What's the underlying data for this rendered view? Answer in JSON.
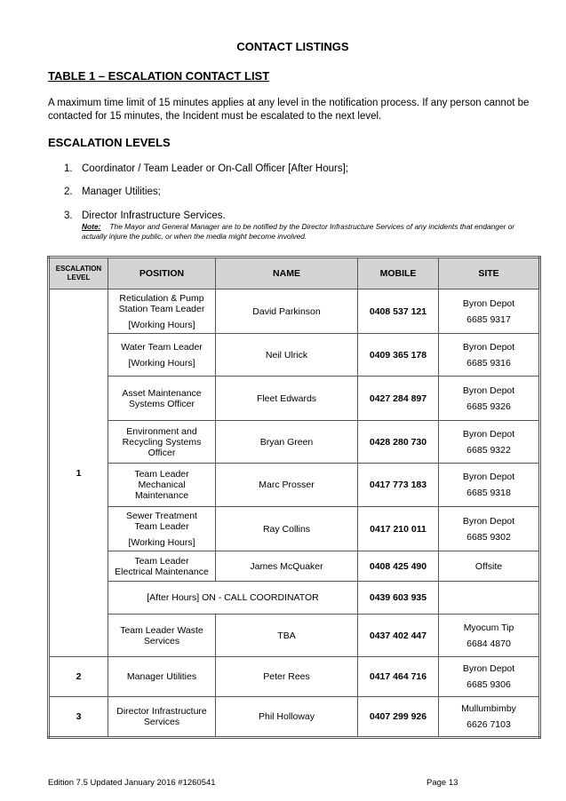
{
  "document": {
    "title": "CONTACT LISTINGS",
    "table_heading": "TABLE 1 – ESCALATION CONTACT LIST",
    "intro": "A maximum time limit of 15 minutes applies at any level in the notification process.  If any person cannot be contacted for 15 minutes, the Incident must be escalated to the next level.",
    "levels_heading": "ESCALATION LEVELS",
    "levels": [
      {
        "num": "1.",
        "text": "Coordinator / Team Leader or On-Call Officer [After Hours];"
      },
      {
        "num": "2.",
        "text": "Manager Utilities;"
      },
      {
        "num": "3.",
        "text": "Director Infrastructure Services."
      }
    ],
    "note_label": "Note",
    "note_colon": ":",
    "note_text": "The Mayor and General Manager are to be notified by the Director Infrastructure Services of any incidents that endanger or actually injure the public, or when the media might become involved."
  },
  "table": {
    "headers": {
      "level_line1": "ESCALATION",
      "level_line2": "LEVEL",
      "position": "POSITION",
      "name": "NAME",
      "mobile": "MOBILE",
      "site": "SITE"
    },
    "level1": "1",
    "rows": [
      {
        "pos1": "Reticulation & Pump",
        "pos2": "Station Team Leader",
        "pos3": "[Working Hours]",
        "name": "David Parkinson",
        "mobile": "0408 537 121",
        "site1": "Byron Depot",
        "site2": "6685 9317"
      },
      {
        "pos1": "Water Team Leader",
        "pos2": "",
        "pos3": "[Working Hours]",
        "name": "Neil Ulrick",
        "mobile": "0409 365 178",
        "site1": "Byron Depot",
        "site2": "6685 9316"
      },
      {
        "pos1": "Asset Maintenance",
        "pos2": "Systems Officer",
        "pos3": "",
        "name": "Fleet Edwards",
        "mobile": "0427 284 897",
        "site1": "Byron Depot",
        "site2": "6685 9326"
      },
      {
        "pos1": "Environment and",
        "pos2": "Recycling Systems",
        "pos3": "Officer",
        "name": "Bryan Green",
        "mobile": "0428 280 730",
        "site1": "Byron Depot",
        "site2": "6685 9322"
      },
      {
        "pos1": "Team Leader",
        "pos2": "Mechanical",
        "pos3": "Maintenance",
        "name": "Marc Prosser",
        "mobile": "0417 773 183",
        "site1": "Byron Depot",
        "site2": "6685 9318"
      },
      {
        "pos1": "Sewer Treatment",
        "pos2": "Team Leader",
        "pos3": "[Working Hours]",
        "name": "Ray Collins",
        "mobile": "0417 210 011",
        "site1": "Byron Depot",
        "site2": "6685 9302"
      },
      {
        "pos1": "Team Leader",
        "pos2": "Electrical Maintenance",
        "pos3": "",
        "name": "James McQuaker",
        "mobile": "0408 425 490",
        "site1": "Offsite",
        "site2": ""
      }
    ],
    "after_hours": {
      "label": "[After Hours] ON - CALL COORDINATOR",
      "mobile": "0439 603 935",
      "site": ""
    },
    "waste_row": {
      "pos1": "Team Leader Waste",
      "pos2": "Services",
      "name": "TBA",
      "mobile": "0437 402 447",
      "site1": "Myocum Tip",
      "site2": "6684 4870"
    },
    "level2": {
      "level": "2",
      "pos1": "Manager Utilities",
      "name": "Peter Rees",
      "mobile": "0417 464 716",
      "site1": "Byron Depot",
      "site2": "6685 9306"
    },
    "level3": {
      "level": "3",
      "pos1": "Director Infrastructure",
      "pos2": "Services",
      "name": "Phil Holloway",
      "mobile": "0407 299 926",
      "site1": "Mullumbimby",
      "site2": "6626 7103"
    }
  },
  "footer": {
    "edition": "Edition 7.5 Updated January 2016 #1260541",
    "page": "Page 13"
  }
}
